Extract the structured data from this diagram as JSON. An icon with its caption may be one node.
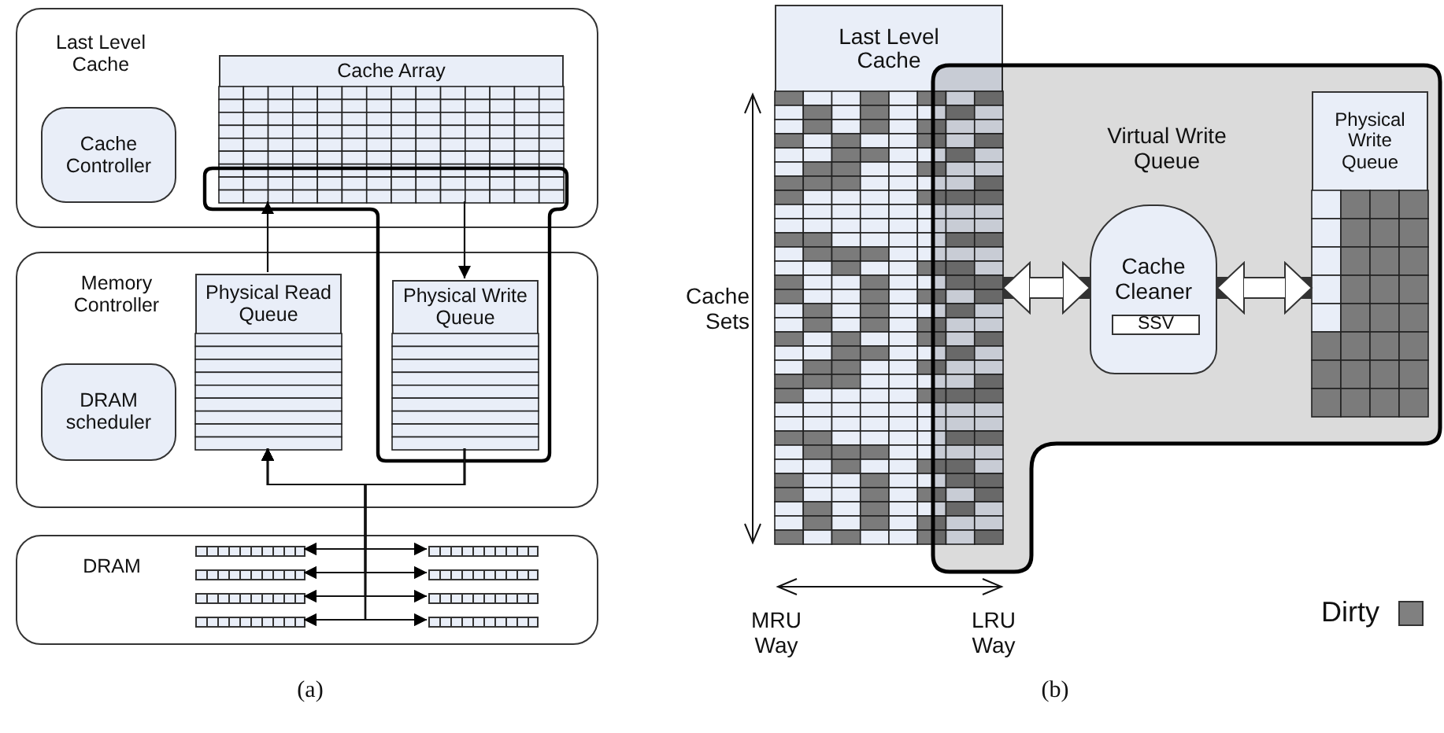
{
  "diagram": {
    "nodes": [
      {
        "text": [
          "Last Level Cache"
        ]
      },
      {
        "text": [
          "Cache Controller"
        ],
        "in": 0
      },
      {
        "text": [
          "Cache Array"
        ],
        "in": 0
      },
      {
        "text": [
          "Memory Controller"
        ]
      },
      {
        "text": [
          "Physical Read Queue"
        ],
        "in": 3
      },
      {
        "text": [
          "Physical Write Queue"
        ],
        "in": 3
      },
      {
        "text": [
          "DRAM scheduler"
        ],
        "in": 3
      },
      {
        "text": [
          "DRAM"
        ]
      },
      {
        "text": [],
        "shape": "bar",
        "in": 7
      },
      {
        "text": [],
        "shape": "bar",
        "in": 7
      },
      {
        "text": [],
        "shape": "bar",
        "in": 7
      },
      {
        "text": [],
        "shape": "bar",
        "in": 7
      },
      {
        "text": [],
        "shape": "bar",
        "in": 7
      },
      {
        "text": [],
        "shape": "bar",
        "in": 7
      },
      {
        "text": [],
        "shape": "bar",
        "in": 7
      },
      {
        "text": [],
        "shape": "bar",
        "in": 7
      },
      {
        "text": [
          "Last Level Cache"
        ]
      },
      {
        "text": [
          "Virtual Write Queue"
        ]
      },
      {
        "text": [
          "Cache Cleaner"
        ],
        "in": 17
      },
      {
        "text": [
          "SSV"
        ],
        "in": 18
      },
      {
        "text": [
          "Physical Write Queue"
        ],
        "in": 17
      }
    ],
    "edges": [
      {
        "from": 4,
        "to": 2,
        "arrow": "to"
      },
      {
        "from": 2,
        "to": 5,
        "arrow": "to"
      },
      {
        "from": 5,
        "to": 8,
        "arrow": "to"
      },
      {
        "from": 5,
        "to": 9,
        "arrow": "to"
      },
      {
        "from": 5,
        "to": 10,
        "arrow": "to"
      },
      {
        "from": 5,
        "to": 11,
        "arrow": "to"
      },
      {
        "from": 5,
        "to": 12,
        "arrow": "to"
      },
      {
        "from": 5,
        "to": 13,
        "arrow": "to"
      },
      {
        "from": 5,
        "to": 14,
        "arrow": "to"
      },
      {
        "from": 5,
        "to": 15,
        "arrow": "to"
      },
      {
        "from": 8,
        "to": 4,
        "arrow": "both"
      },
      {
        "from": 9,
        "to": 4,
        "arrow": "both"
      },
      {
        "from": 10,
        "to": 4,
        "arrow": "both"
      },
      {
        "from": 11,
        "to": 4,
        "arrow": "both"
      },
      {
        "from": 12,
        "to": 4,
        "arrow": "both"
      },
      {
        "from": 13,
        "to": 4,
        "arrow": "both"
      },
      {
        "from": 14,
        "to": 4,
        "arrow": "both"
      },
      {
        "from": 15,
        "to": 4,
        "arrow": "both"
      },
      {
        "from": 16,
        "to": 18,
        "arrow": "both",
        "style": "thick"
      },
      {
        "from": 18,
        "to": 20,
        "arrow": "both",
        "style": "thick"
      }
    ],
    "labels": [
      "Cache Sets",
      "MRU Way",
      "LRU Way",
      "(a)",
      "(b)"
    ],
    "legend": [
      {
        "text": "Dirty",
        "color": "#808080"
      }
    ]
  }
}
